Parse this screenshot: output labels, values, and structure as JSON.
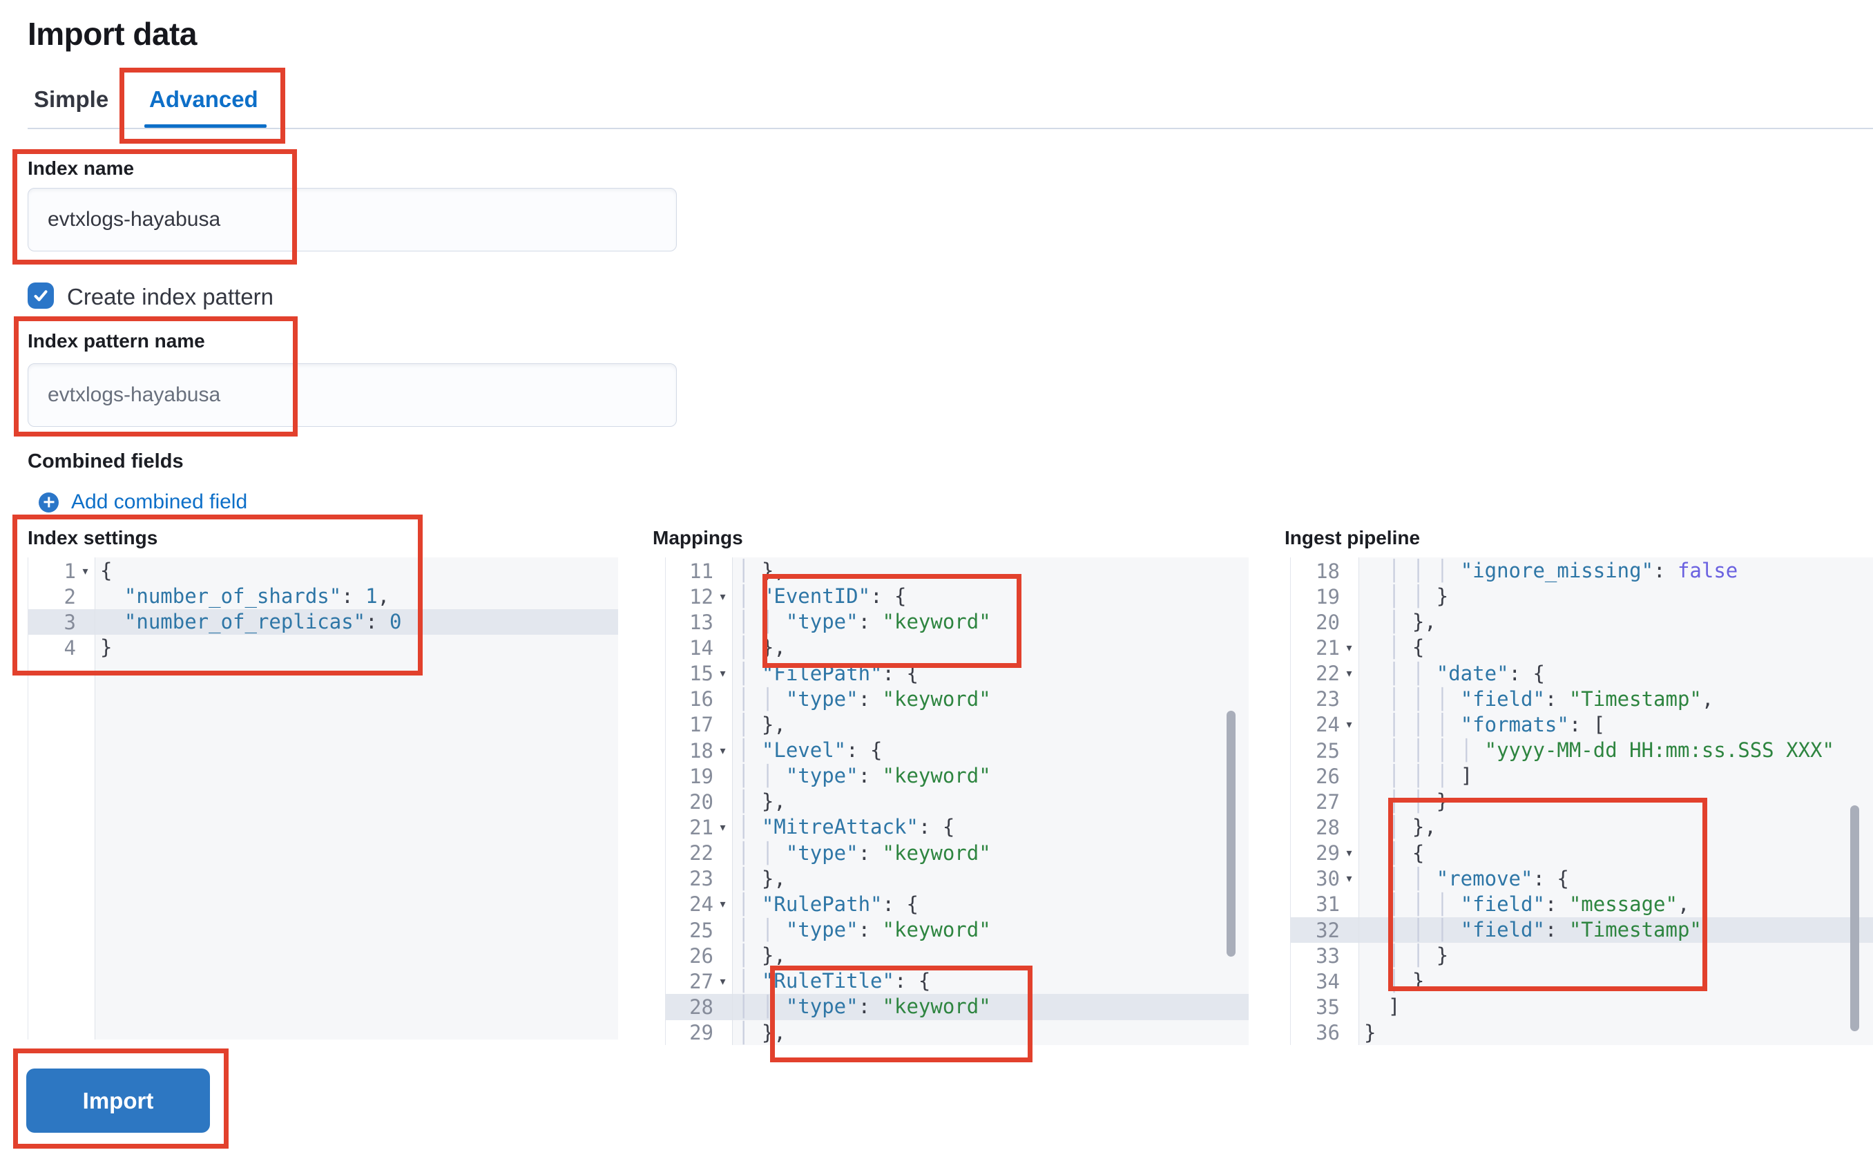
{
  "page": {
    "title": "Import data"
  },
  "tabs": [
    {
      "label": "Simple",
      "active": false
    },
    {
      "label": "Advanced",
      "active": true
    }
  ],
  "form": {
    "index_name": {
      "label": "Index name",
      "value": "evtxlogs-hayabusa"
    },
    "create_index_pattern": {
      "label": "Create index pattern",
      "checked": true
    },
    "index_pattern_name": {
      "label": "Index pattern name",
      "placeholder": "evtxlogs-hayabusa"
    },
    "combined_fields": {
      "label": "Combined fields",
      "add_link": "Add combined field"
    }
  },
  "editors": [
    {
      "id": "index-settings",
      "label": "Index settings",
      "lines": [
        {
          "n": 1,
          "fold": true,
          "seg": [
            [
              "p",
              "{"
            ]
          ]
        },
        {
          "n": 2,
          "seg": [
            [
              "p",
              "  "
            ],
            [
              "k",
              "\"number_of_shards\""
            ],
            [
              "p",
              ": "
            ],
            [
              "n",
              "1"
            ],
            [
              "p",
              ","
            ]
          ]
        },
        {
          "n": 3,
          "hl": true,
          "seg": [
            [
              "p",
              "  "
            ],
            [
              "k",
              "\"number_of_replicas\""
            ],
            [
              "p",
              ": "
            ],
            [
              "n",
              "0"
            ]
          ]
        },
        {
          "n": 4,
          "seg": [
            [
              "p",
              "}"
            ]
          ]
        }
      ]
    },
    {
      "id": "mappings",
      "label": "Mappings",
      "lines": [
        {
          "n": 11,
          "seg": [
            [
              "g",
              "│ "
            ],
            [
              "p",
              "},"
            ]
          ]
        },
        {
          "n": 12,
          "fold": true,
          "seg": [
            [
              "g",
              "│ "
            ],
            [
              "k",
              "\"EventID\""
            ],
            [
              "p",
              ": {"
            ]
          ]
        },
        {
          "n": 13,
          "seg": [
            [
              "g",
              "│ │ "
            ],
            [
              "k",
              "\"type\""
            ],
            [
              "p",
              ": "
            ],
            [
              "s",
              "\"keyword\""
            ]
          ]
        },
        {
          "n": 14,
          "seg": [
            [
              "g",
              "│ "
            ],
            [
              "p",
              "},"
            ]
          ]
        },
        {
          "n": 15,
          "fold": true,
          "seg": [
            [
              "g",
              "│ "
            ],
            [
              "k",
              "\"FilePath\""
            ],
            [
              "p",
              ": {"
            ]
          ]
        },
        {
          "n": 16,
          "seg": [
            [
              "g",
              "│ │ "
            ],
            [
              "k",
              "\"type\""
            ],
            [
              "p",
              ": "
            ],
            [
              "s",
              "\"keyword\""
            ]
          ]
        },
        {
          "n": 17,
          "seg": [
            [
              "g",
              "│ "
            ],
            [
              "p",
              "},"
            ]
          ]
        },
        {
          "n": 18,
          "fold": true,
          "seg": [
            [
              "g",
              "│ "
            ],
            [
              "k",
              "\"Level\""
            ],
            [
              "p",
              ": {"
            ]
          ]
        },
        {
          "n": 19,
          "seg": [
            [
              "g",
              "│ │ "
            ],
            [
              "k",
              "\"type\""
            ],
            [
              "p",
              ": "
            ],
            [
              "s",
              "\"keyword\""
            ]
          ]
        },
        {
          "n": 20,
          "seg": [
            [
              "g",
              "│ "
            ],
            [
              "p",
              "},"
            ]
          ]
        },
        {
          "n": 21,
          "fold": true,
          "seg": [
            [
              "g",
              "│ "
            ],
            [
              "k",
              "\"MitreAttack\""
            ],
            [
              "p",
              ": {"
            ]
          ]
        },
        {
          "n": 22,
          "seg": [
            [
              "g",
              "│ │ "
            ],
            [
              "k",
              "\"type\""
            ],
            [
              "p",
              ": "
            ],
            [
              "s",
              "\"keyword\""
            ]
          ]
        },
        {
          "n": 23,
          "seg": [
            [
              "g",
              "│ "
            ],
            [
              "p",
              "},"
            ]
          ]
        },
        {
          "n": 24,
          "fold": true,
          "seg": [
            [
              "g",
              "│ "
            ],
            [
              "k",
              "\"RulePath\""
            ],
            [
              "p",
              ": {"
            ]
          ]
        },
        {
          "n": 25,
          "seg": [
            [
              "g",
              "│ │ "
            ],
            [
              "k",
              "\"type\""
            ],
            [
              "p",
              ": "
            ],
            [
              "s",
              "\"keyword\""
            ]
          ]
        },
        {
          "n": 26,
          "seg": [
            [
              "g",
              "│ "
            ],
            [
              "p",
              "},"
            ]
          ]
        },
        {
          "n": 27,
          "fold": true,
          "seg": [
            [
              "g",
              "│ "
            ],
            [
              "k",
              "\"RuleTitle\""
            ],
            [
              "p",
              ": {"
            ]
          ]
        },
        {
          "n": 28,
          "hl": true,
          "seg": [
            [
              "g",
              "│ │ "
            ],
            [
              "k",
              "\"type\""
            ],
            [
              "p",
              ": "
            ],
            [
              "s",
              "\"keyword\""
            ]
          ]
        },
        {
          "n": 29,
          "seg": [
            [
              "g",
              "│ "
            ],
            [
              "p",
              "},"
            ]
          ]
        }
      ]
    },
    {
      "id": "ingest-pipeline",
      "label": "Ingest pipeline",
      "lines": [
        {
          "n": 18,
          "seg": [
            [
              "p",
              "  "
            ],
            [
              "g",
              "│ │ │ "
            ],
            [
              "k",
              "\"ignore_missing\""
            ],
            [
              "p",
              ": "
            ],
            [
              "b",
              "false"
            ]
          ]
        },
        {
          "n": 19,
          "seg": [
            [
              "p",
              "  "
            ],
            [
              "g",
              "│ │ "
            ],
            [
              "p",
              "}"
            ]
          ]
        },
        {
          "n": 20,
          "seg": [
            [
              "p",
              "  "
            ],
            [
              "g",
              "│ "
            ],
            [
              "p",
              "},"
            ]
          ]
        },
        {
          "n": 21,
          "fold": true,
          "seg": [
            [
              "p",
              "  "
            ],
            [
              "g",
              "│ "
            ],
            [
              "p",
              "{"
            ]
          ]
        },
        {
          "n": 22,
          "fold": true,
          "seg": [
            [
              "p",
              "  "
            ],
            [
              "g",
              "│ │ "
            ],
            [
              "k",
              "\"date\""
            ],
            [
              "p",
              ": {"
            ]
          ]
        },
        {
          "n": 23,
          "seg": [
            [
              "p",
              "  "
            ],
            [
              "g",
              "│ │ │ "
            ],
            [
              "k",
              "\"field\""
            ],
            [
              "p",
              ": "
            ],
            [
              "s",
              "\"Timestamp\""
            ],
            [
              "p",
              ","
            ]
          ]
        },
        {
          "n": 24,
          "fold": true,
          "seg": [
            [
              "p",
              "  "
            ],
            [
              "g",
              "│ │ │ "
            ],
            [
              "k",
              "\"formats\""
            ],
            [
              "p",
              ": ["
            ]
          ]
        },
        {
          "n": 25,
          "seg": [
            [
              "p",
              "  "
            ],
            [
              "g",
              "│ │ │ │ "
            ],
            [
              "s",
              "\"yyyy-MM-dd HH:mm:ss.SSS XXX\""
            ]
          ]
        },
        {
          "n": 26,
          "seg": [
            [
              "p",
              "  "
            ],
            [
              "g",
              "│ │ │ "
            ],
            [
              "p",
              "]"
            ]
          ]
        },
        {
          "n": 27,
          "seg": [
            [
              "p",
              "  "
            ],
            [
              "g",
              "│ │ "
            ],
            [
              "p",
              "}"
            ]
          ]
        },
        {
          "n": 28,
          "seg": [
            [
              "p",
              "  "
            ],
            [
              "g",
              "│ "
            ],
            [
              "p",
              "},"
            ]
          ]
        },
        {
          "n": 29,
          "fold": true,
          "seg": [
            [
              "p",
              "  "
            ],
            [
              "g",
              "│ "
            ],
            [
              "p",
              "{"
            ]
          ]
        },
        {
          "n": 30,
          "fold": true,
          "seg": [
            [
              "p",
              "  "
            ],
            [
              "g",
              "│ │ "
            ],
            [
              "k",
              "\"remove\""
            ],
            [
              "p",
              ": {"
            ]
          ]
        },
        {
          "n": 31,
          "seg": [
            [
              "p",
              "  "
            ],
            [
              "g",
              "│ │ │ "
            ],
            [
              "k",
              "\"field\""
            ],
            [
              "p",
              ": "
            ],
            [
              "s",
              "\"message\""
            ],
            [
              "p",
              ","
            ]
          ]
        },
        {
          "n": 32,
          "hl": true,
          "seg": [
            [
              "p",
              "  "
            ],
            [
              "g",
              "│ │ │ "
            ],
            [
              "k",
              "\"field\""
            ],
            [
              "p",
              ": "
            ],
            [
              "s",
              "\"Timestamp\""
            ]
          ]
        },
        {
          "n": 33,
          "seg": [
            [
              "p",
              "  "
            ],
            [
              "g",
              "│ │ "
            ],
            [
              "p",
              "}"
            ]
          ]
        },
        {
          "n": 34,
          "seg": [
            [
              "p",
              "  "
            ],
            [
              "g",
              "│ "
            ],
            [
              "p",
              "}"
            ]
          ]
        },
        {
          "n": 35,
          "seg": [
            [
              "p",
              "  ]"
            ]
          ]
        },
        {
          "n": 36,
          "seg": [
            [
              "p",
              "}"
            ]
          ]
        }
      ]
    }
  ],
  "import_button": {
    "label": "Import"
  },
  "colors": {
    "accent_blue": "#0d6fc8",
    "button_blue": "#2d77c2",
    "checkbox_blue": "#2b76c8",
    "annotation_red": "#e2412d",
    "editor_key": "#2e76a6",
    "editor_string": "#2e8540",
    "editor_boolean": "#6a61e0",
    "editor_punct": "#3b3e48",
    "editor_background": "#f6f7f9",
    "editor_highlight_row": "#e3e7ee"
  }
}
